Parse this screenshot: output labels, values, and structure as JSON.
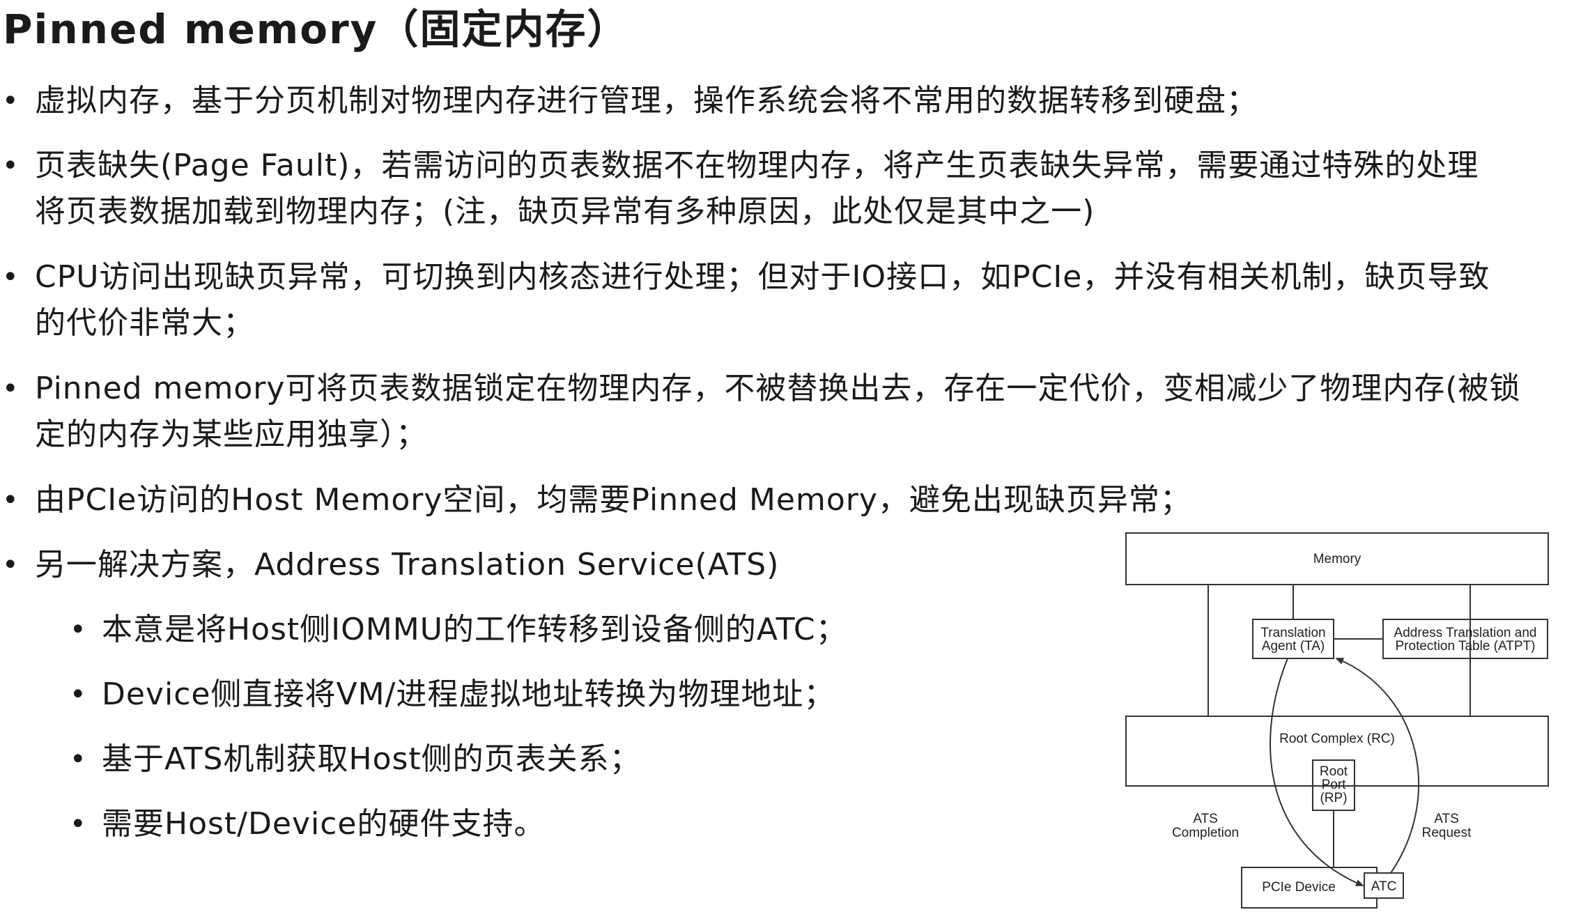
{
  "page": {
    "title": "Pinned memory（固定内存）"
  },
  "bullets": [
    {
      "line1": "虚拟内存，基于分页机制对物理内存进行管理，操作系统会将不常用的数据转移到硬盘；"
    },
    {
      "line1": "页表缺失(Page Fault)，若需访问的页表数据不在物理内存，将产生页表缺失异常，需要通过特殊的处理",
      "line2": "将页表数据加载到物理内存；(注，缺页异常有多种原因，此处仅是其中之一)"
    },
    {
      "line1": "CPU访问出现缺页异常，可切换到内核态进行处理；但对于IO接口，如PCIe，并没有相关机制，缺页导致",
      "line2": "的代价非常大；"
    },
    {
      "line1": "Pinned memory可将页表数据锁定在物理内存，不被替换出去，存在一定代价，变相减少了物理内存(被锁",
      "line2": "定的内存为某些应用独享）；"
    },
    {
      "line1": "由PCIe访问的Host Memory空间，均需要Pinned Memory，避免出现缺页异常；"
    },
    {
      "line1": "另一解决方案，Address Translation Service(ATS)"
    }
  ],
  "sub_bullets": [
    "本意是将Host侧IOMMU的工作转移到设备侧的ATC；",
    "Device侧直接将VM/进程虚拟地址转换为物理地址；",
    "基于ATS机制获取Host侧的页表关系；",
    "需要Host/Device的硬件支持。"
  ],
  "bullet_symbol": "•",
  "diagram": {
    "memory": "Memory",
    "ta_line1": "Translation",
    "ta_line2": "Agent (TA)",
    "atpt_line1": "Address Translation and",
    "atpt_line2": "Protection Table (ATPT)",
    "rc": "Root Complex (RC)",
    "rp_line1": "Root",
    "rp_line2": "Port",
    "rp_line3": "(RP)",
    "completion_line1": "ATS",
    "completion_line2": "Completion",
    "request_line1": "ATS",
    "request_line2": "Request",
    "pcie_device": "PCIe Device",
    "atc": "ATC",
    "colors": {
      "stroke": "#333333",
      "text": "#222222"
    }
  }
}
